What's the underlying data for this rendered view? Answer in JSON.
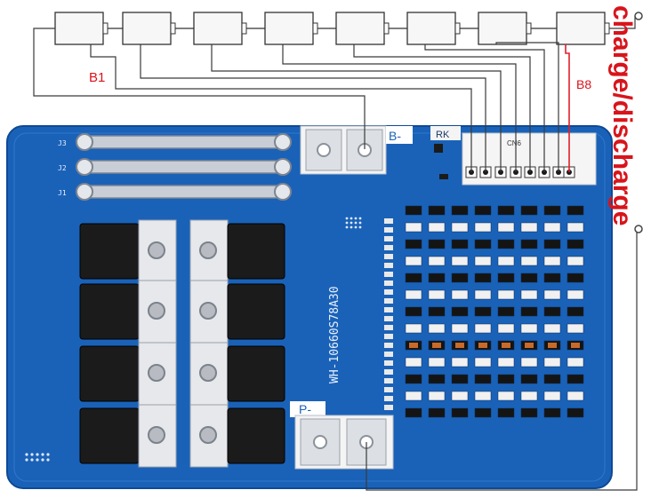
{
  "labels": {
    "b1": "B1",
    "b8": "B8",
    "charge_discharge": "charge/discharge",
    "b_minus": "B-",
    "p_minus": "P-",
    "rk": "RK",
    "part_number": "WH-10660S78A30",
    "connector": "CN6",
    "j1": "J1",
    "j2": "J2",
    "j3": "J3"
  },
  "colors": {
    "board": "#1a62b8",
    "board_edge": "#0d4a96",
    "wire": "#3a3a3a",
    "sense_red": "#e0202a",
    "label_red": "#d8141b",
    "pad": "#f2f2f2",
    "mosfet": "#1b1b1b"
  },
  "cells": {
    "count": 8
  }
}
